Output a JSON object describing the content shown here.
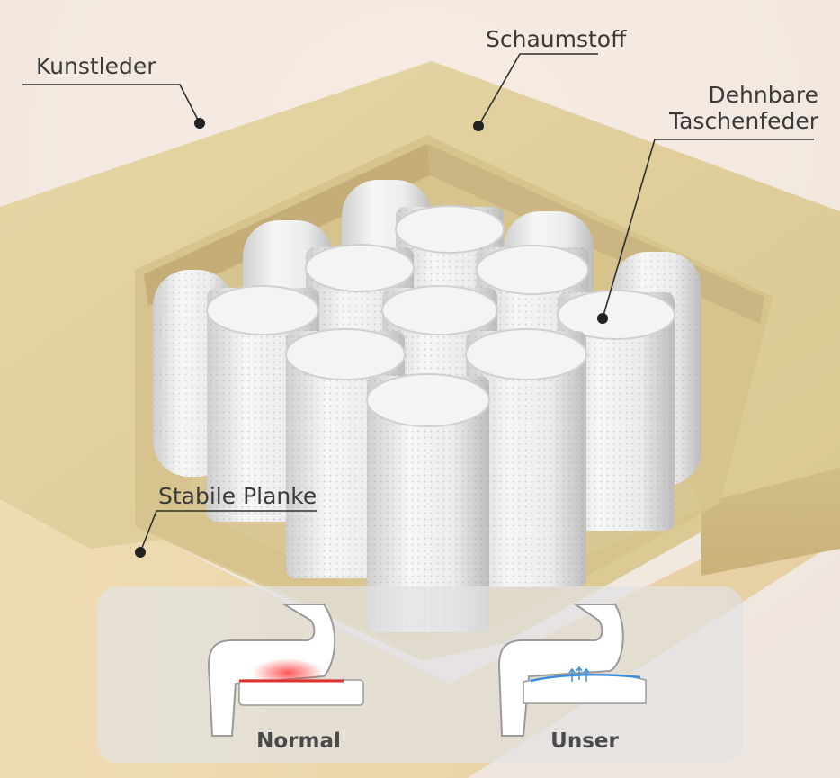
{
  "labels": {
    "kunstleder": "Kunstleder",
    "schaumstoff": "Schaumstoff",
    "dehnbare_line1": "Dehnbare",
    "dehnbare_line2": "Taschenfeder",
    "planke": "Stabile Planke"
  },
  "comparison": {
    "normal_label": "Normal",
    "unser_label": "Unser"
  },
  "colors": {
    "background": "#f3ece6",
    "foam": "#dccb98",
    "plank": "#ecd7ad",
    "spring": "#eeeeee",
    "normal_accent": "#e03030",
    "unser_accent": "#3f8fe0"
  }
}
